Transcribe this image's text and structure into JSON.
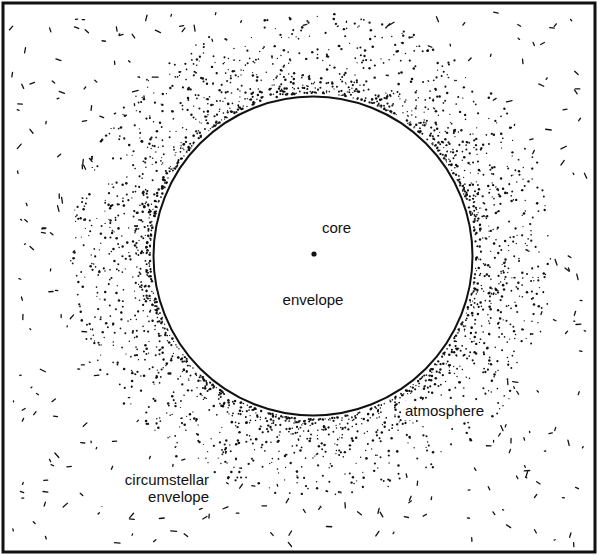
{
  "diagram": {
    "nodes": [
      {
        "text": [
          "core",
          "envelope"
        ]
      }
    ],
    "labels": [
      "atmosphere",
      "circumstellar envelope"
    ]
  }
}
